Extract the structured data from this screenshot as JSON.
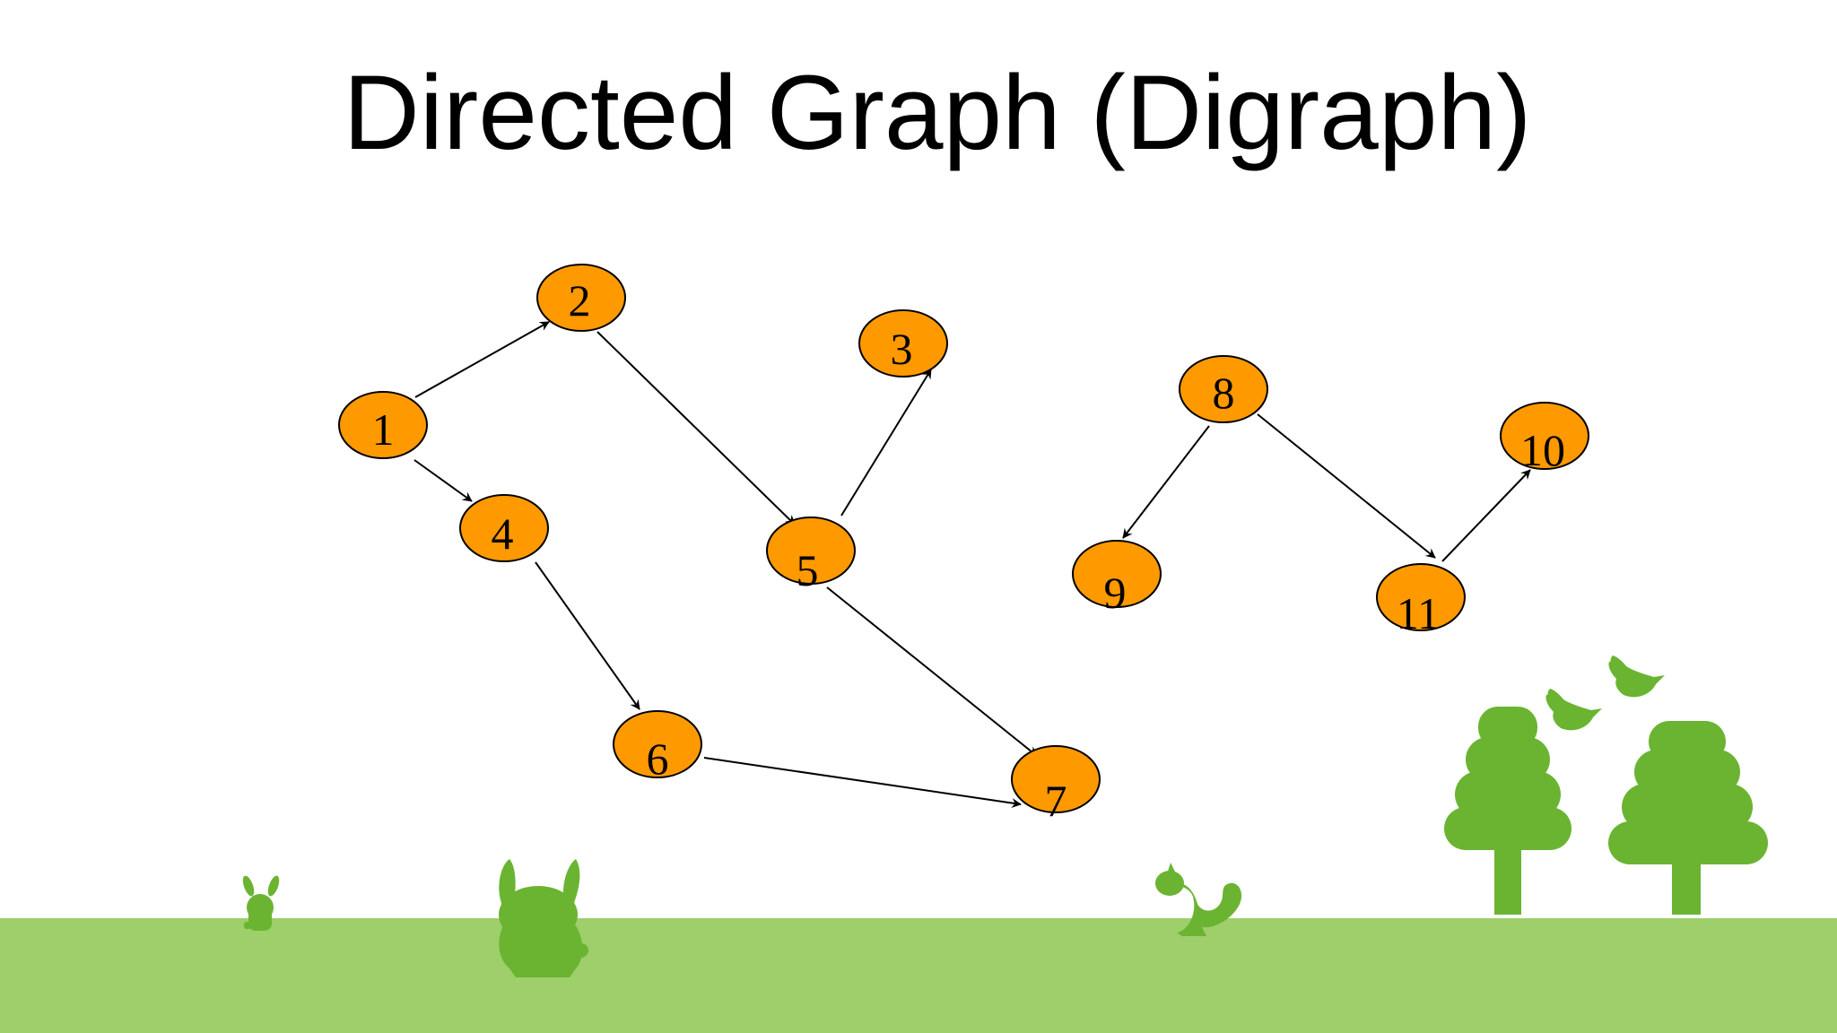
{
  "title": "Directed Graph (Digraph)",
  "colors": {
    "node_fill": "#ff9900",
    "node_stroke": "#000000",
    "edge": "#000000",
    "ground": "#9ecf6b",
    "silhouette": "#6ab432"
  },
  "graph": {
    "nodes": [
      {
        "id": "1",
        "label": "1"
      },
      {
        "id": "2",
        "label": "2"
      },
      {
        "id": "3",
        "label": "3"
      },
      {
        "id": "4",
        "label": "4"
      },
      {
        "id": "5",
        "label": "5"
      },
      {
        "id": "6",
        "label": "6"
      },
      {
        "id": "7",
        "label": "7"
      },
      {
        "id": "8",
        "label": "8"
      },
      {
        "id": "9",
        "label": "9"
      },
      {
        "id": "10",
        "label": "10"
      },
      {
        "id": "11",
        "label": "11"
      }
    ],
    "edges": [
      {
        "from": "1",
        "to": "2"
      },
      {
        "from": "1",
        "to": "4"
      },
      {
        "from": "2",
        "to": "5"
      },
      {
        "from": "5",
        "to": "3"
      },
      {
        "from": "4",
        "to": "6"
      },
      {
        "from": "5",
        "to": "7"
      },
      {
        "from": "6",
        "to": "7"
      },
      {
        "from": "8",
        "to": "9"
      },
      {
        "from": "8",
        "to": "11"
      },
      {
        "from": "11",
        "to": "10"
      }
    ]
  },
  "decorations": [
    "ground",
    "rabbit-small",
    "rabbit-large",
    "squirrel",
    "tree-left",
    "tree-right",
    "bird-left",
    "bird-right"
  ]
}
